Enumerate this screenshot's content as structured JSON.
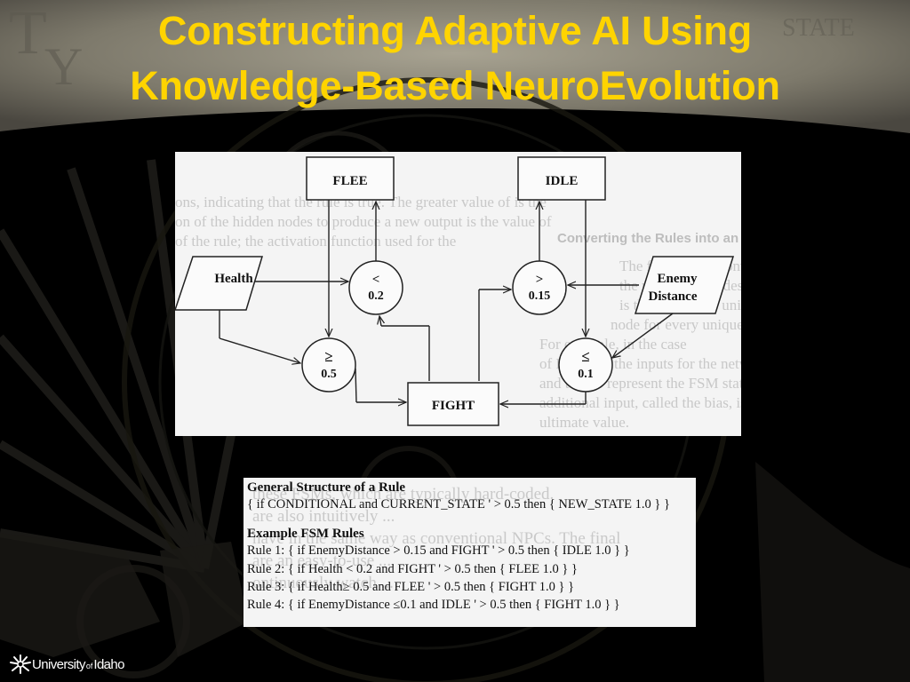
{
  "slide": {
    "title_line1": "Constructing Adaptive AI Using",
    "title_line2": "Knowledge-Based NeuroEvolution",
    "colors": {
      "title": "#ffd400",
      "background": "#000000"
    }
  },
  "diagram": {
    "states": {
      "flee": "FLEE",
      "idle": "IDLE",
      "fight": "FIGHT"
    },
    "inputs": {
      "health": "Health",
      "enemy_line1": "Enemy",
      "enemy_line2": "Distance"
    },
    "conditions": {
      "c1_op": "<",
      "c1_val": "0.2",
      "c2_op": ">",
      "c2_val": "0.15",
      "c3_op": "≥",
      "c3_val": "0.5",
      "c4_op": "≤",
      "c4_val": "0.1"
    }
  },
  "rules": {
    "general_heading": "General Structure of a Rule",
    "general_rule": "{ if CONDITIONAL and CURRENT_STATE ' > 0.5 then { NEW_STATE 1.0 } }",
    "example_heading": "Example  FSM  Rules",
    "rule1": "Rule 1: { if EnemyDistance > 0.15 and FIGHT  ' > 0.5 then { IDLE 1.0 } }",
    "rule2": "Rule 2: { if Health < 0.2 and FIGHT ' > 0.5 then { FLEE 1.0 } }",
    "rule3": "Rule 3: { if Health≥  0.5 and FLEE ' > 0.5 then { FIGHT 1.0 } }",
    "rule4": "Rule 4: { if EnemyDistance ≤0.1 and IDLE ' > 0.5 then { FIGHT 1.0 } }"
  },
  "logo": {
    "word1": "University",
    "word2": "of",
    "word3": "Idaho",
    "icon": "sunburst-icon"
  }
}
